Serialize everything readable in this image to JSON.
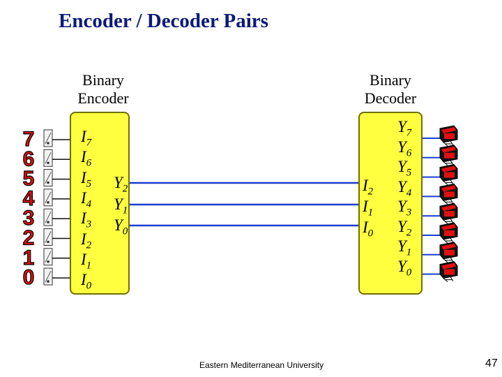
{
  "title": "Encoder / Decoder Pairs",
  "encoder": {
    "caption": "Binary Encoder",
    "inputs": [
      {
        "name": "I",
        "sub": "7"
      },
      {
        "name": "I",
        "sub": "6"
      },
      {
        "name": "I",
        "sub": "5"
      },
      {
        "name": "I",
        "sub": "4"
      },
      {
        "name": "I",
        "sub": "3"
      },
      {
        "name": "I",
        "sub": "2"
      },
      {
        "name": "I",
        "sub": "1"
      },
      {
        "name": "I",
        "sub": "0"
      }
    ],
    "outputs": [
      {
        "name": "Y",
        "sub": "2"
      },
      {
        "name": "Y",
        "sub": "1"
      },
      {
        "name": "Y",
        "sub": "0"
      }
    ]
  },
  "decoder": {
    "caption": "Binary Decoder",
    "inputs": [
      {
        "name": "I",
        "sub": "2"
      },
      {
        "name": "I",
        "sub": "1"
      },
      {
        "name": "I",
        "sub": "0"
      }
    ],
    "outputs": [
      {
        "name": "Y",
        "sub": "7"
      },
      {
        "name": "Y",
        "sub": "6"
      },
      {
        "name": "Y",
        "sub": "5"
      },
      {
        "name": "Y",
        "sub": "4"
      },
      {
        "name": "Y",
        "sub": "3"
      },
      {
        "name": "Y",
        "sub": "2"
      },
      {
        "name": "Y",
        "sub": "1"
      },
      {
        "name": "Y",
        "sub": "0"
      }
    ]
  },
  "digits": [
    "7",
    "6",
    "5",
    "4",
    "3",
    "2",
    "1",
    "0"
  ],
  "colors": {
    "title": "#0b1a7a",
    "box_fill": "#ffff40",
    "wire": "#1a3fd0",
    "digit": "#e01010",
    "led": "#e01010"
  },
  "footer": "Eastern Mediterranean University",
  "page_number": "47"
}
